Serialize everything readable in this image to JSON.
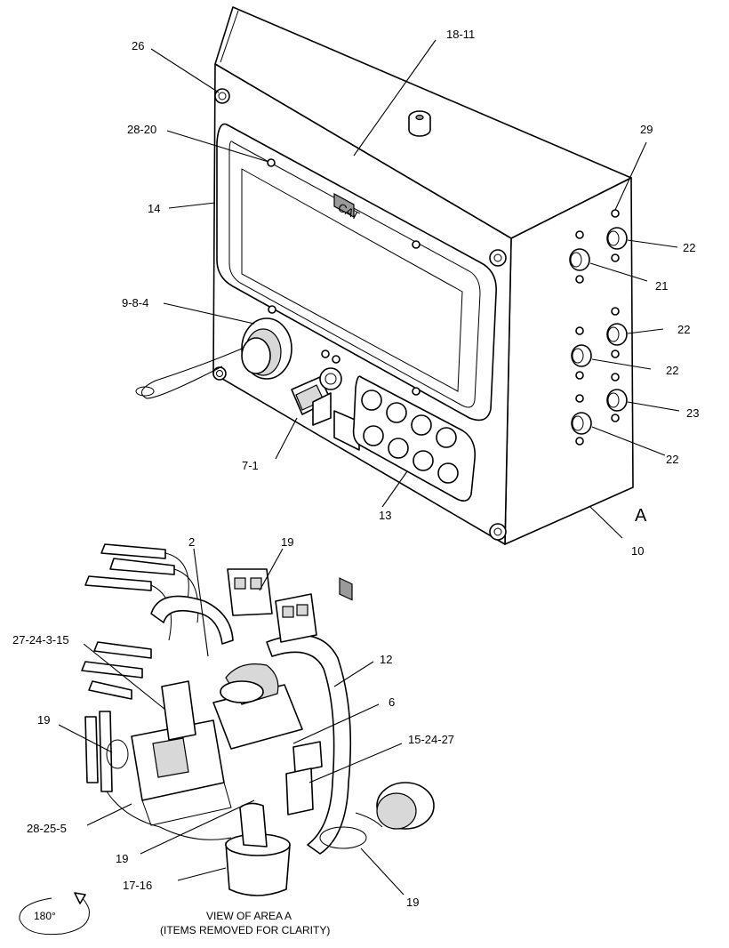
{
  "callouts": {
    "c26": "26",
    "c18_11": "18-11",
    "c28_20": "28-20",
    "c29": "29",
    "c14": "14",
    "c22a": "22",
    "c21": "21",
    "c9_8_4": "9-8-4",
    "c22b": "22",
    "c22c": "22",
    "c23": "23",
    "c7_1": "7-1",
    "c22d": "22",
    "c13": "13",
    "c10": "10",
    "c2": "2",
    "c19a": "19",
    "c27_24_3_15": "27-24-3-15",
    "c12": "12",
    "c6": "6",
    "c19b": "19",
    "c15_24_27": "15-24-27",
    "c28_25_5": "28-25-5",
    "c19c": "19",
    "c17_16": "17-16",
    "c19d": "19"
  },
  "view_letter": "A",
  "rotation_label": "180°",
  "caption": {
    "line1": "VIEW OF AREA A",
    "line2": "(ITEMS REMOVED FOR CLARITY)"
  },
  "logo_text": "CAT"
}
